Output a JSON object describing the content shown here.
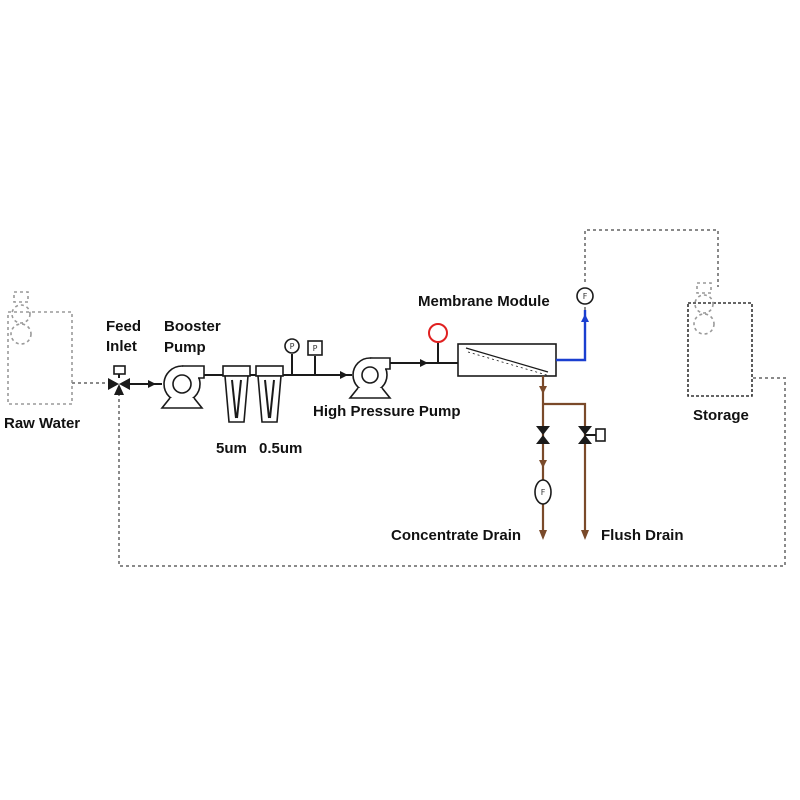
{
  "labels": {
    "raw_water": "Raw Water",
    "feed_inlet_1": "Feed",
    "feed_inlet_2": "Inlet",
    "booster_pump_1": "Booster",
    "booster_pump_2": "Pump",
    "filter_5um": "5um",
    "filter_05um": "0.5um",
    "high_pressure_pump": "High Pressure Pump",
    "membrane_module": "Membrane Module",
    "storage": "Storage",
    "concentrate_drain": "Concentrate Drain",
    "flush_drain": "Flush Drain"
  },
  "gauge_symbols": {
    "pressure_1": "P",
    "pressure_2": "P",
    "flow_permeate": "F",
    "flow_concentrate": "F"
  },
  "colors": {
    "permeate_line": "#1a3fd0",
    "drain_line": "#7a4a2a",
    "pressure_indicator": "#e02020",
    "process_line": "#1a1a1a",
    "return_line": "#8a8a8a"
  }
}
